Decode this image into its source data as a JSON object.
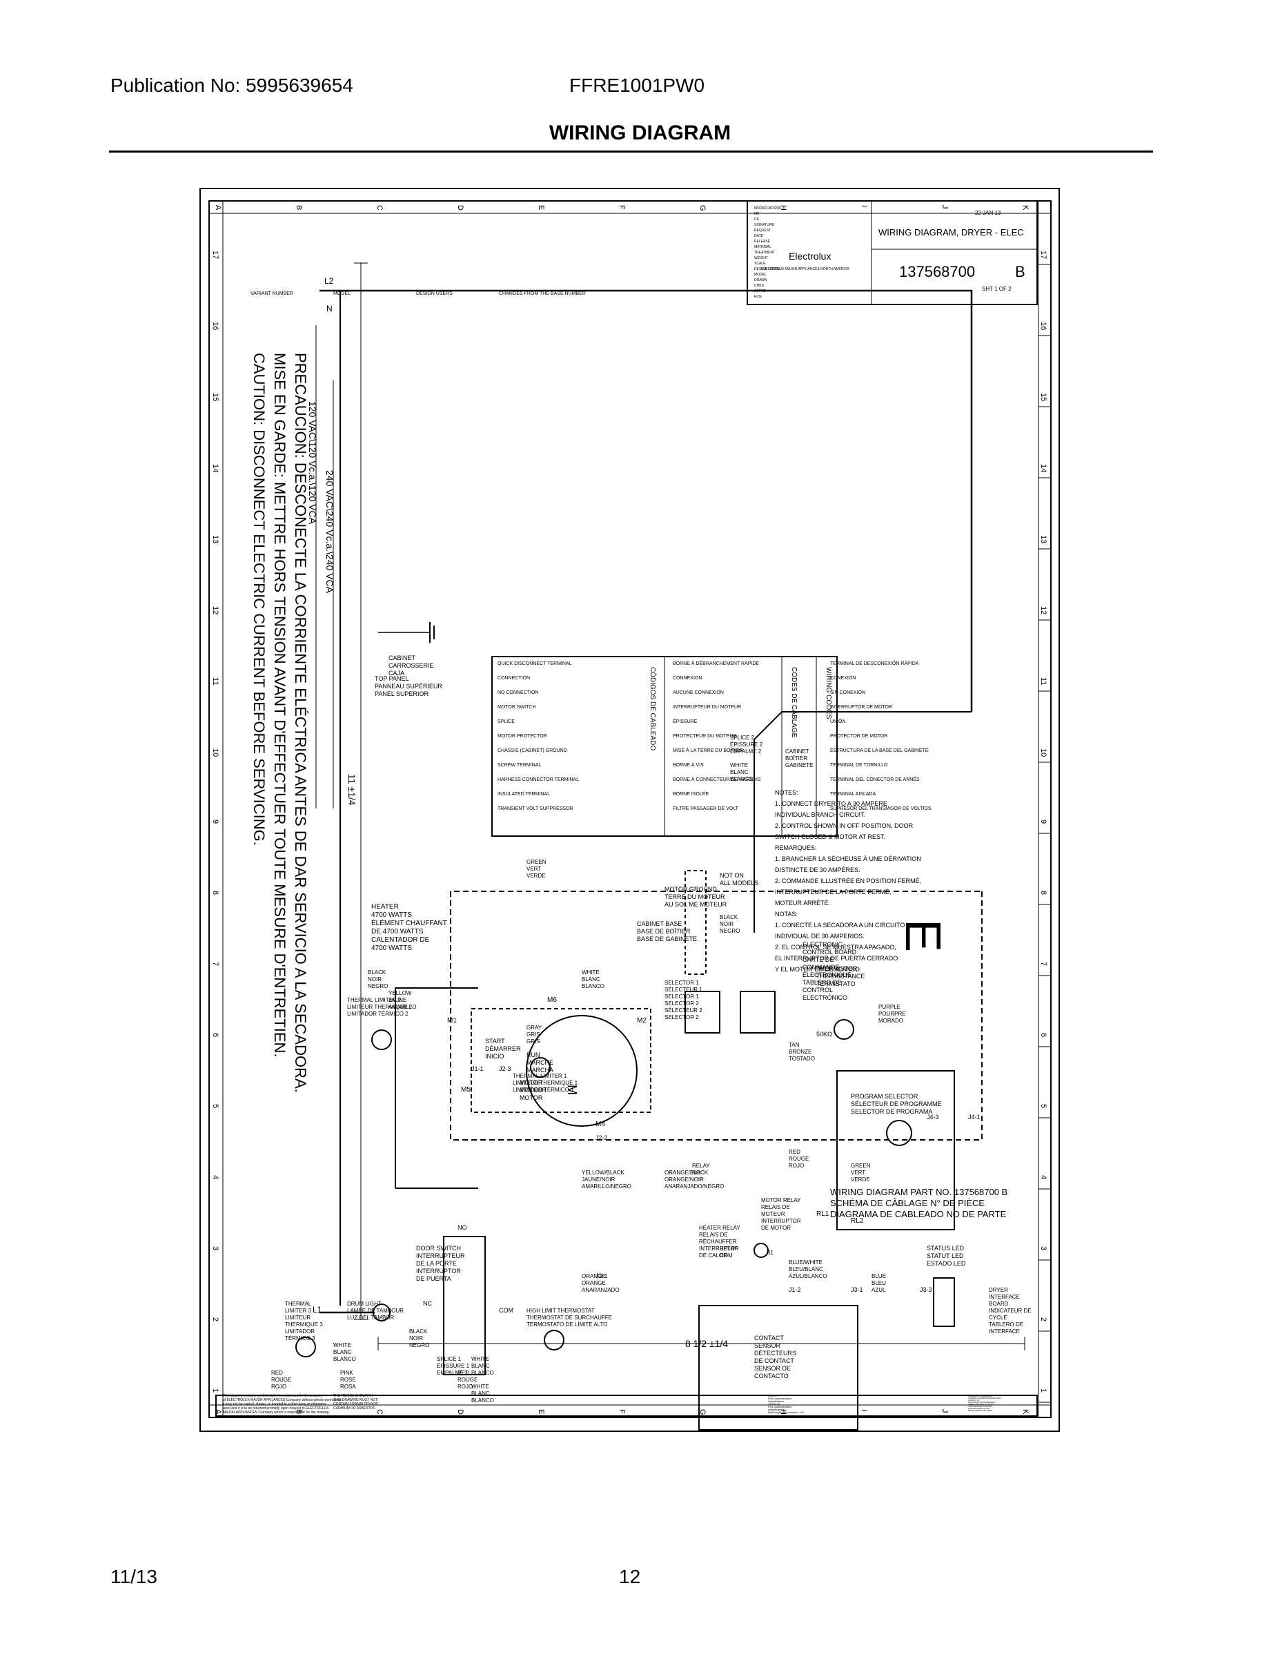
{
  "header": {
    "publication": "Publication No: 5995639654",
    "model": "FFRE1001PW0",
    "title": "WIRING DIAGRAM"
  },
  "footer": {
    "date": "11/13",
    "page": "12"
  },
  "diagram": {
    "caution": [
      "CAUTION: DISCONNECT ELECTRIC CURRENT BEFORE SERVICING.",
      "MISE EN GARDE: METTRE HORS TENSION AVANT D'EFFECTUER TOUTE MESURE D'ENTRETIEN.",
      "PRECAUCION: DESCONECTE LA CORRIENTE ELÉCTRICA ANTES DE DAR SERVICIO A LA SECADORA."
    ],
    "voltages": [
      "240 VAC\\240 Vc.a.\\240 VCA",
      "120 VAC\\120 Vc.a.\\120 VCA"
    ],
    "dim_width": "8 1/2 ±1/4",
    "dim_height": "11 ±1/4",
    "part_number": [
      "WIRING DIAGRAM PART NO. 137568700 B",
      "SCHÉMA DE CÂBLAGE N° DE PIÈCE",
      "DIAGRAMA DE CABLEADO NO DE PARTE"
    ],
    "rev_letter": "E",
    "rev_circle": "B1",
    "not_on": [
      "NOT ON",
      "ALL MODELS"
    ],
    "notes": [
      "NOTES:",
      "1. CONNECT DRYER TO A 30 AMPERE",
      "INDIVIDUAL BRANCH CIRCUIT.",
      "2. CONTROL SHOWN IN OFF POSITION, DOOR",
      "SWITCH CLOSED & MOTOR AT REST.",
      "REMARQUES:",
      "1. BRANCHER LA SÉCHEUSE À UNE DÉRIVATION",
      "DISTINCTE DE 30 AMPÈRES.",
      "2. COMMANDE ILLUSTRÉE EN POSITION FERMÉ,",
      "INTERRUPTEUR DE LA PORTE FERMÉ,",
      "MOTEUR ARRÊTÉ.",
      "NOTAS:",
      "1. CONECTE LA SECADORA A UN CIRCUITO",
      "INDIVIDUAL DE 30 AMPERIOS.",
      "2. EL CONTROL SE MUESTRA APAGADO,",
      "EL INTERRUPTOR DE PUERTA CERRADO",
      "Y EL MOTOR EN DESCANSO."
    ],
    "codes_headers": [
      "WIRING CODES",
      "CODES DE CÂBLAGE",
      "CÓDIGOS DE CABLEADO"
    ],
    "codes_en": [
      "QUICK DISCONNECT TERMINAL",
      "CONNECTION",
      "NO CONNECTION",
      "MOTOR SWITCH",
      "SPLICE",
      "MOTOR PROTECTOR",
      "CHASSIS (CABINET) GROUND",
      "SCREW TERMINAL",
      "HARNESS CONNECTOR TERMINAL",
      "INSULATED TERMINAL",
      "TRANSIENT VOLT SUPPRESSOR"
    ],
    "codes_fr": [
      "BORNE À DÉBRANCHEMENT RAPIDE",
      "CONNEXION",
      "AUCUNE CONNEXION",
      "INTERRUPTEUR DU MOTEUR",
      "ÉPISSURE",
      "PROTECTEUR DU MOTEUR",
      "MISE À LA TERRE DU BOÎTIER",
      "BORNE À VIS",
      "BORNE À CONNECTEUR DE HARNAIS",
      "BORNE ISOLÉE",
      "FILTRE PASSAGER DE VOLT"
    ],
    "codes_es": [
      "TERMINAL DE DESCONEXIÓN RÁPIDA",
      "CONEXIÓN",
      "SIN CONEXIÓN",
      "INTERRUPTOR DE MOTOR",
      "UNIÓN",
      "PROTECTOR DE MOTOR",
      "ESTRUCTURA DE LA BASE DEL GABINETE",
      "TERMINAL DE TORNILLO",
      "TERMINAL DEL CONECTOR DE ARNÉS",
      "TERMINAL AISLADA",
      "SUPRESOR DEL TRANSMISOR DE VOLTIOS"
    ],
    "labels": {
      "l1": "L1",
      "l2": "L2",
      "n": "N",
      "top_panel": [
        "TOP PANEL",
        "PANNEAU SUPÉRIEUR",
        "PANEL SUPERIOR"
      ],
      "cabinet": [
        "CABINET",
        "CARROSSERIE",
        "CAJA"
      ],
      "cabinet2": [
        "CABINET",
        "BOÎTIER",
        "GABINETE"
      ],
      "splice2": [
        "SPLICE 2",
        "ÉPISSURE 2",
        "EMPALME 2"
      ],
      "splice1": [
        "SPLICE 1",
        "ÉPISSURE 1",
        "EMPALME 1"
      ],
      "white": [
        "WHITE",
        "BLANC",
        "BLANCO"
      ],
      "black": [
        "BLACK",
        "NOIR",
        "NEGRO"
      ],
      "red": [
        "RED",
        "ROUGE",
        "ROJO"
      ],
      "pink": [
        "PINK",
        "ROSE",
        "ROSA"
      ],
      "tan": [
        "TAN",
        "BRONZE",
        "TOSTADO"
      ],
      "purple": [
        "PURPLE",
        "POURPRE",
        "MORADO"
      ],
      "green": [
        "GREEN",
        "VERT",
        "VERDE"
      ],
      "gray": [
        "GRAY",
        "GRIS",
        "GRIS"
      ],
      "yellow": [
        "YELLOW",
        "JAUNE",
        "AMARILLO"
      ],
      "blue": [
        "BLUE",
        "BLEU",
        "AZUL"
      ],
      "orange": [
        "ORANGE",
        "ORANGE",
        "ANARANJADO"
      ],
      "blue_white": [
        "BLUE/WHITE",
        "BLEU/BLANC",
        "AZUL/BLANCO"
      ],
      "orange_black": [
        "ORANGE/BLACK",
        "ORANGE/NOIR",
        "ANARANJADO/NEGRO"
      ],
      "yellow_black": [
        "YELLOW/BLACK",
        "JAUNE/NOIR",
        "AMARILLO/NEGRO"
      ],
      "thermistor": [
        "THERMISTOR",
        "THERMISTANCE",
        "TERMISTATO"
      ],
      "ohms": "50KΩ",
      "motor_ground": [
        "MOTOR GROUND",
        "TERRE DU MOTEUR",
        "AU SOL ME MOTEUR"
      ],
      "cabinet_base": [
        "CABINET BASE",
        "BASE DE BOÎTIER",
        "BASE DE GABINETE"
      ],
      "motor": [
        "MOTOR",
        "MOTEUR",
        "MOTOR"
      ],
      "start": [
        "START",
        "DÉMARRER",
        "INICIO"
      ],
      "run": [
        "RUN",
        "MARCHE",
        "MARCHA"
      ],
      "heater": [
        "HEATER",
        "4700 WATTS",
        "ÉLÉMENT CHAUFFANT",
        "DE 4700 WATTS",
        "CALENTADOR DE",
        "4700 WATTS"
      ],
      "thermal_limiter1": [
        "THERMAL LIMITER 1",
        "LIMITEUR THERMIQUE 1",
        "LIMITADOR TÉRMICO 1"
      ],
      "thermal_limiter2": [
        "THERMAL LIMITER 2",
        "LIMITEUR THERMIQUE 2",
        "LIMITADOR TÉRMICO 2"
      ],
      "thermal_limiter3": [
        "THERMAL",
        "LIMITER 3",
        "LIMITEUR",
        "THERMIQUE 3",
        "LIMITADOR",
        "TÉRMICO 3"
      ],
      "control_board": [
        "ELECTRONIC",
        "CONTROL BOARD",
        "CARTE DE",
        "COMMANDE",
        "ÉLECTRONIQUE",
        "TABLERO DE",
        "CONTROL",
        "ELECTRÓNICO"
      ],
      "motor_relay": [
        "MOTOR RELAY",
        "RELAIS DE",
        "MOTEUR",
        "INTERRUPTOR",
        "DE MOTOR"
      ],
      "heater_relay": [
        "HEATER RELAY",
        "RELAIS DE",
        "RÉCHAUFFER",
        "INTERRUPTOR",
        "DE CALOR"
      ],
      "program_selector": [
        "PROGRAM SELECTOR",
        "SÉLECTEUR DE PROGRAMME",
        "SELECTOR DE PROGRAMA"
      ],
      "status_led": [
        "STATUS LED",
        "STATUT LED",
        "ESTADO LED"
      ],
      "selectors": [
        "SELECTOR 1",
        "SÉLECTEUR 1",
        "SELECTOR 1",
        "SELECTOR 2",
        "SÉLECTEUR 2",
        "SELECTOR 2"
      ],
      "interface": [
        "DRYER",
        "INTERFACE",
        "BOARD",
        "INDICATEUR DE",
        "CYCLE",
        "TABLERO DE",
        "INTERFACE"
      ],
      "contact_sensor": [
        "CONTACT",
        "SENSOR",
        "DÉTECTEURS",
        "DE CONTACT",
        "SENSOR DE",
        "CONTACTO"
      ],
      "door_switch": [
        "DOOR SWITCH",
        "INTERRUPTEUR",
        "DE LA PORTE",
        "INTERRUPTOR",
        "DE PUERTA"
      ],
      "drum_light": [
        "DRUM LIGHT",
        "LAMPE DE TAMBOUR",
        "LUZ DEL TAMBOR"
      ],
      "high_limit": [
        "HIGH LIMIT THERMOSTAT",
        "THERMOSTAT DE SURCHAUFFE",
        "TERMOSTATO DE LÍMITE ALTO"
      ],
      "relay_no": [
        "RELAY",
        "NO"
      ],
      "relay_com": [
        "RELAY",
        "COM"
      ],
      "com": "COM",
      "nc": "NC",
      "no": "NO",
      "m1": "M1",
      "m2": "M2",
      "m4": "M4",
      "m5": "M5",
      "m6": "M6",
      "j1_1": "J1-1",
      "j1_2": "J1-2",
      "j2_1": "J2-1",
      "j2_2": "J2-2",
      "j2_3": "J2-3",
      "j3_1": "J3-1",
      "j3_3": "J3-3",
      "j4_1": "J4-1",
      "j4_3": "J4-3",
      "rl1": "RL1",
      "rl2": "RL2"
    },
    "title_block": {
      "title": "WIRING DIAGRAM, DRYER - ELEC",
      "number": "137568700",
      "rev": "B",
      "sheet": "SHT 1 OF 2",
      "company": "Electrolux",
      "company_sub": "ELECTROLUX MAJOR APPLIANCES NORTH AMERICA",
      "date": "22 JAN 13",
      "bottom_fields": [
        "VARIANT NUMBER",
        "MODEL",
        "DESIGN USERS",
        "CHANGES FROM THE BASE NUMBER"
      ],
      "fields": [
        "MODIFICATIONS",
        "MK",
        "CK",
        "SIGNATURE",
        "REQUEST",
        "DATE",
        "RELEASE",
        "MATERIAL",
        "TREATMENT",
        "WEIGHT",
        "SCALE",
        "DESIGN USERS",
        "MODEL",
        "DRAWN",
        "CHKD",
        "APPVD",
        "ECN"
      ]
    },
    "legal": [
      "This drawing contains confidential information and is the property",
      "of ELECTROLUX MAJOR APPLIANCES Company without whose permission",
      "it may not be copied, shown, or handed to a third party or otherwise",
      "used and it is to be returned promptly upon request to ELECTROLUX",
      "MAJOR APPLIANCES Company which is responsible for the drawing."
    ],
    "asbestos": [
      "THE ITEM(S) SHOWN IN",
      "THIS DRAWING MUST NOT",
      "CONTAIN FORMALDEHYDE,",
      "CADMIUM OR ASBESTOS"
    ],
    "port_chars": [
      "MAJOR",
      "Port characteristics",
      "classification",
      "CRITICAL",
      "Port characteristics",
      "classification",
      "Draft angles (not shown): 0.5°"
    ],
    "tolerances": [
      "GENERAL TOLERANCES",
      "UNLESS OTHERWISE SPECIFIED",
      "ANGLES ±1°",
      "LENGTHS AND DIAMETERS",
      "THREE DECIMAL PLACES",
      "TWO DECIMAL PLACES",
      "ONE DECIMAL PLACE",
      "DEVELOPED FLAT AREA"
    ],
    "grid_numbers": [
      "1",
      "2",
      "3",
      "4",
      "5",
      "6",
      "7",
      "8",
      "9",
      "10",
      "11",
      "12",
      "13",
      "14",
      "15",
      "16",
      "17"
    ],
    "grid_letters": [
      "K",
      "J",
      "I",
      "H",
      "G",
      "F",
      "E",
      "D",
      "C",
      "B",
      "A"
    ]
  }
}
